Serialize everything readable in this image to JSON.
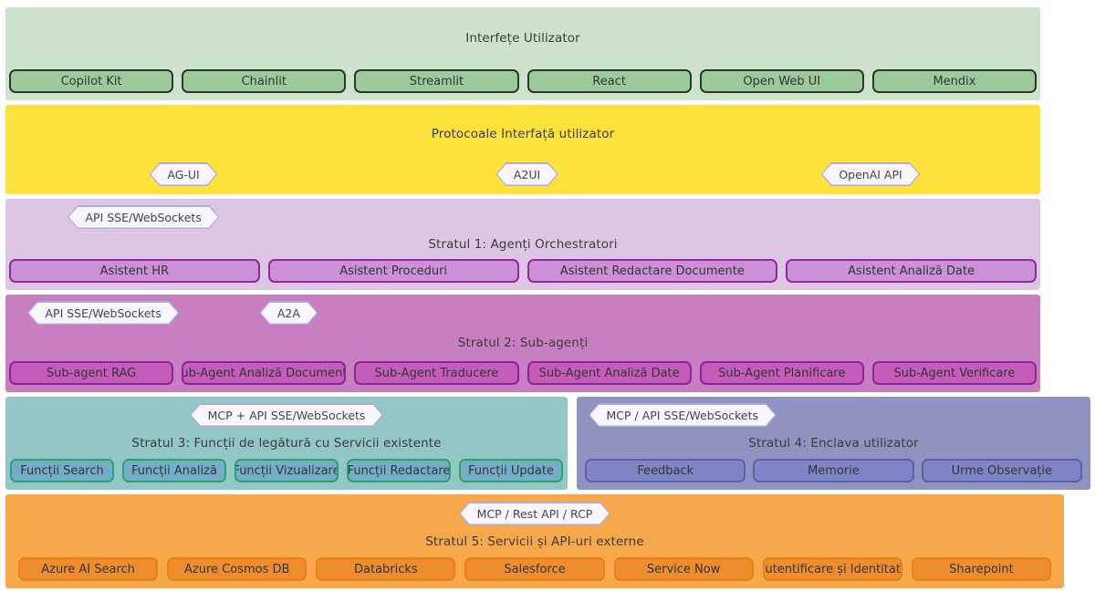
{
  "badge_style": {
    "bg": "#f8f6fe",
    "border": "#b2a9da"
  },
  "bands": {
    "ui": {
      "title": "Interfețe Utilizator",
      "items": [
        "Copilot Kit",
        "Chainlit",
        "Streamlit",
        "React",
        "Open Web UI",
        "Mendix"
      ],
      "bg": "#cde3cc",
      "item_bg": "#9bca9b",
      "item_border": "#2e352e"
    },
    "protocols": {
      "title": "Protocoale Interfață utilizator",
      "badges": [
        "AG-UI",
        "A2UI",
        "OpenAI API"
      ],
      "bg": "#fde23c"
    },
    "layer1": {
      "title": "Stratul 1: Agenți Orchestratori",
      "badges": [
        "API SSE/WebSockets"
      ],
      "items": [
        "Asistent HR",
        "Asistent Proceduri",
        "Asistent Redactare Documente",
        "Asistent Analiză Date"
      ],
      "bg": "#ddc6e3",
      "item_bg": "#cb90d5",
      "item_border": "#9327a0"
    },
    "layer2": {
      "title": "Stratul 2: Sub-agenți",
      "badges": [
        "API SSE/WebSockets",
        "A2A"
      ],
      "items": [
        "Sub-agent RAG",
        "Sub-Agent Analiză Documente",
        "Sub-Agent Traducere",
        "Sub-Agent Analiză Date",
        "Sub-Agent Planificare",
        "Sub-Agent Verificare"
      ],
      "bg": "#c77fc1",
      "item_bg": "#c45cba",
      "item_border": "#93219b"
    },
    "layer3": {
      "title": "Stratul 3: Funcții de legătură cu Servicii existente",
      "badges": [
        "MCP + API SSE/WebSockets"
      ],
      "items": [
        "Funcții Search",
        "Funcții Analiză",
        "Funcții Vizualizare",
        "Funcții Redactare",
        "Funcții Update"
      ],
      "bg": "#93c6c6",
      "item_bg": "#74aec6",
      "item_border": "#2aa46c"
    },
    "layer4": {
      "title": "Stratul 4: Enclava utilizator",
      "badges": [
        "MCP / API SSE/WebSockets"
      ],
      "items": [
        "Feedback",
        "Memorie",
        "Urme Observație"
      ],
      "bg": "#9093bf",
      "item_bg": "#8184c4",
      "item_border": "#5b5fae"
    },
    "layer5": {
      "title": "Stratul 5: Servicii și API-uri externe",
      "badges": [
        "MCP / Rest API / RCP"
      ],
      "items": [
        "Azure AI Search",
        "Azure Cosmos DB",
        "Databricks",
        "Salesforce",
        "Service Now",
        "Autentificare și Identitate",
        "Sharepoint"
      ],
      "bg": "#f6a84a",
      "item_bg": "#ee8d2f",
      "item_border": "#e9820f"
    }
  }
}
